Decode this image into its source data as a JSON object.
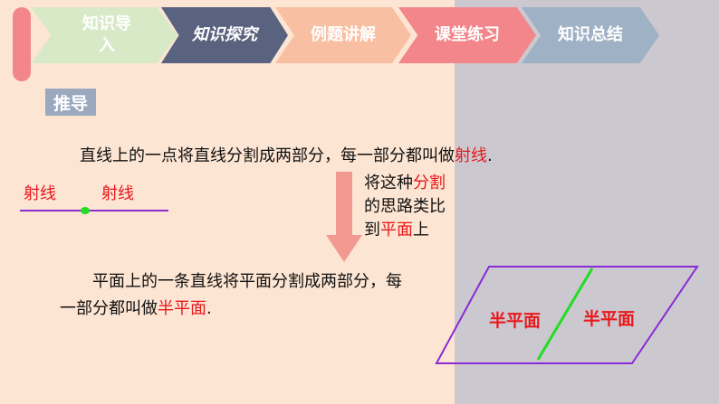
{
  "nav": {
    "items": [
      {
        "label": "知识导入"
      },
      {
        "label": "知识探究"
      },
      {
        "label": "例题讲解"
      },
      {
        "label": "课堂练习"
      },
      {
        "label": "知识总结"
      }
    ]
  },
  "badge": "推导",
  "line1": {
    "prefix": "直线上的一点将直线分割成两部分，每一部分都叫做",
    "term": "射线",
    "suffix": "."
  },
  "rays": {
    "left": "射线",
    "right": "射线"
  },
  "note": {
    "l1_a": "将这种",
    "l1_b": "分割",
    "l2": "的思路类比",
    "l3_a": "到",
    "l3_b": "平面",
    "l3_c": "上"
  },
  "para": {
    "l1": "平面上的一条直线将平面分割成两部分，每",
    "l2_a": "一部分都叫做",
    "l2_b": "半平面",
    "l2_c": "."
  },
  "figure": {
    "left_label": "半平面",
    "right_label": "半平面"
  },
  "colors": {
    "accent_red": "#e8181c",
    "line_purple": "#8a2bd6",
    "divider_green": "#22dd22",
    "arrow_pink": "#f29a92"
  }
}
